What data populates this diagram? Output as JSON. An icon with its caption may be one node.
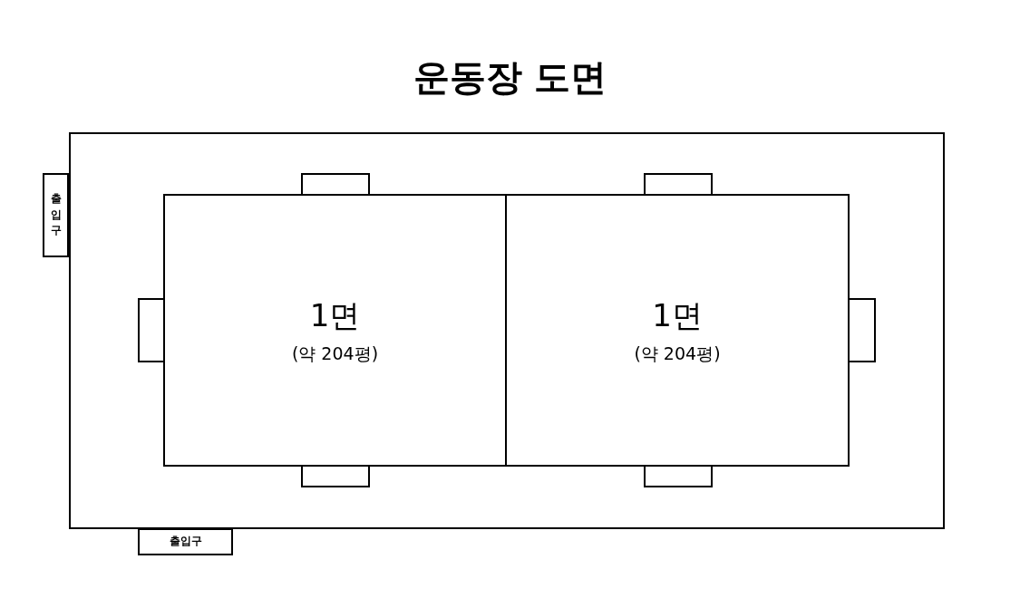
{
  "diagram": {
    "title": "운동장 도면",
    "nodes": [
      {
        "text": [],
        "shape": "box"
      },
      {
        "text": [
          "출입구"
        ]
      },
      {
        "text": [
          "1면",
          "(약 204평)"
        ],
        "in": 0
      },
      {
        "text": [
          "1면",
          "(약 204평)"
        ],
        "in": 0
      },
      {
        "text": [],
        "shape": "box",
        "in": 0
      },
      {
        "text": [],
        "shape": "box",
        "in": 0
      },
      {
        "text": [],
        "shape": "box",
        "in": 0
      },
      {
        "text": [],
        "shape": "box",
        "in": 0
      },
      {
        "text": [],
        "shape": "box",
        "in": 0
      },
      {
        "text": [],
        "shape": "box",
        "in": 0
      },
      {
        "text": [
          "출입구"
        ]
      }
    ]
  }
}
